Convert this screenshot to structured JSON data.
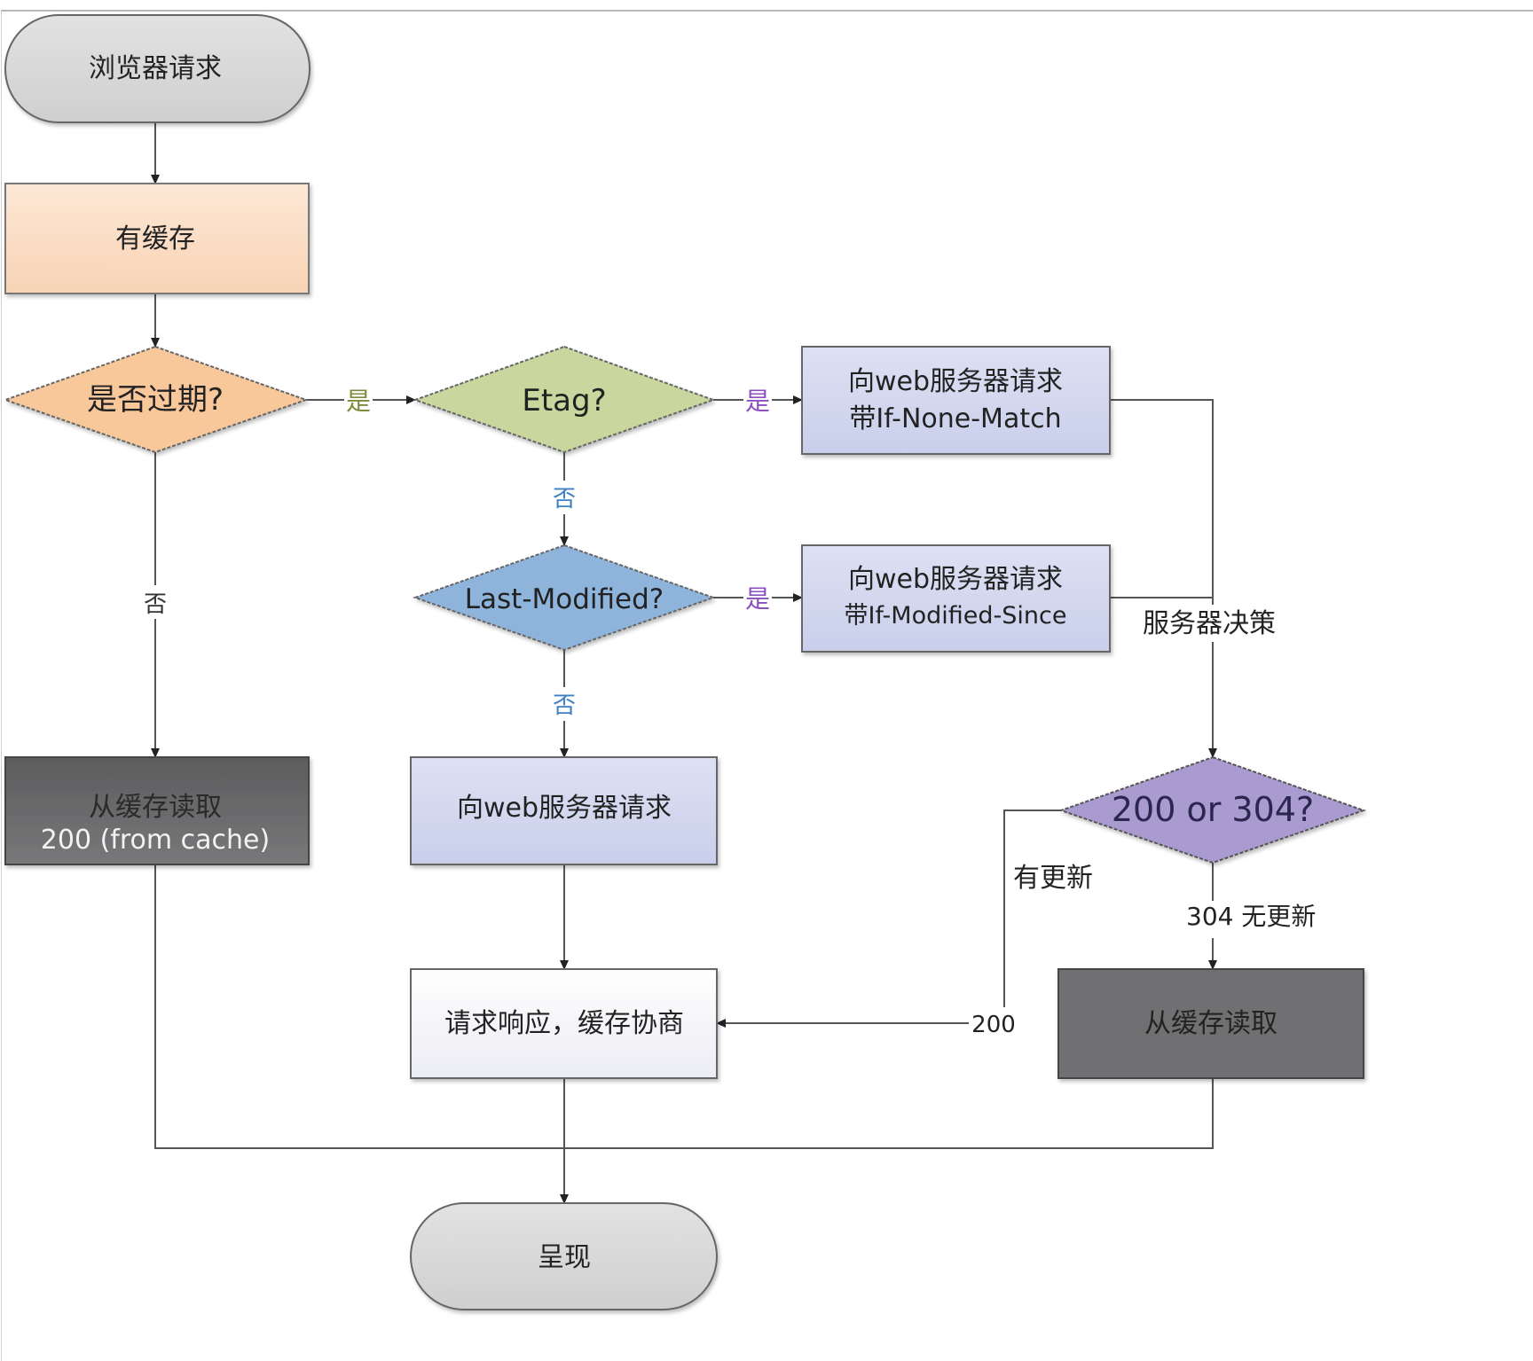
{
  "diagram": {
    "title": "浏览器缓存流程",
    "nodes": {
      "start": {
        "label": "浏览器请求",
        "shape": "terminator",
        "color": "#d4d4d4"
      },
      "has_cache": {
        "label": "有缓存",
        "shape": "process",
        "color": "#fad9bd"
      },
      "expired": {
        "label": "是否过期?",
        "shape": "decision",
        "color": "#f8c79a"
      },
      "etag": {
        "label": "Etag?",
        "shape": "decision",
        "color": "#c9d69d"
      },
      "req_if_none_match": {
        "line1": "向web服务器请求",
        "line2": "带If-None-Match",
        "shape": "process",
        "color": "#d3d8ee"
      },
      "last_modified": {
        "label": "Last-Modified?",
        "shape": "decision",
        "color": "#8fb4dc"
      },
      "req_if_modified_since": {
        "line1": "向web服务器请求",
        "line2": "带If-Modified-Since",
        "shape": "process",
        "color": "#d3d8ee"
      },
      "read_cache_200": {
        "line1": "从缓存读取",
        "line2": "200 (from cache)",
        "shape": "process",
        "color": "#6a6a6c"
      },
      "req_server": {
        "label": "向web服务器请求",
        "shape": "process",
        "color": "#d6daef"
      },
      "status_decision": {
        "label": "200 or 304?",
        "shape": "decision",
        "color": "#a99ad0"
      },
      "response_negotiate": {
        "label": "请求响应，缓存协商",
        "shape": "process",
        "color": "#f6f6fb"
      },
      "read_cache_304": {
        "label": "从缓存读取",
        "shape": "process",
        "color": "#707072"
      },
      "render": {
        "label": "呈现",
        "shape": "terminator",
        "color": "#d4d4d6"
      }
    },
    "edge_labels": {
      "expired_yes": {
        "text": "是",
        "color": "#7d8a3a"
      },
      "expired_no": {
        "text": "否",
        "color": "#333333"
      },
      "etag_yes": {
        "text": "是",
        "color": "#8a4fc0"
      },
      "etag_no": {
        "text": "否",
        "color": "#3d7fc4"
      },
      "lm_yes": {
        "text": "是",
        "color": "#8a4fc0"
      },
      "lm_no": {
        "text": "否",
        "color": "#3d7fc4"
      },
      "server_decision": {
        "text": "服务器决策",
        "color": "#222222"
      },
      "updated": {
        "text": "有更新",
        "color": "#222222"
      },
      "not_modified": {
        "text": "304 无更新",
        "color": "#222222"
      },
      "code_200": {
        "text": "200",
        "color": "#222222"
      }
    }
  }
}
